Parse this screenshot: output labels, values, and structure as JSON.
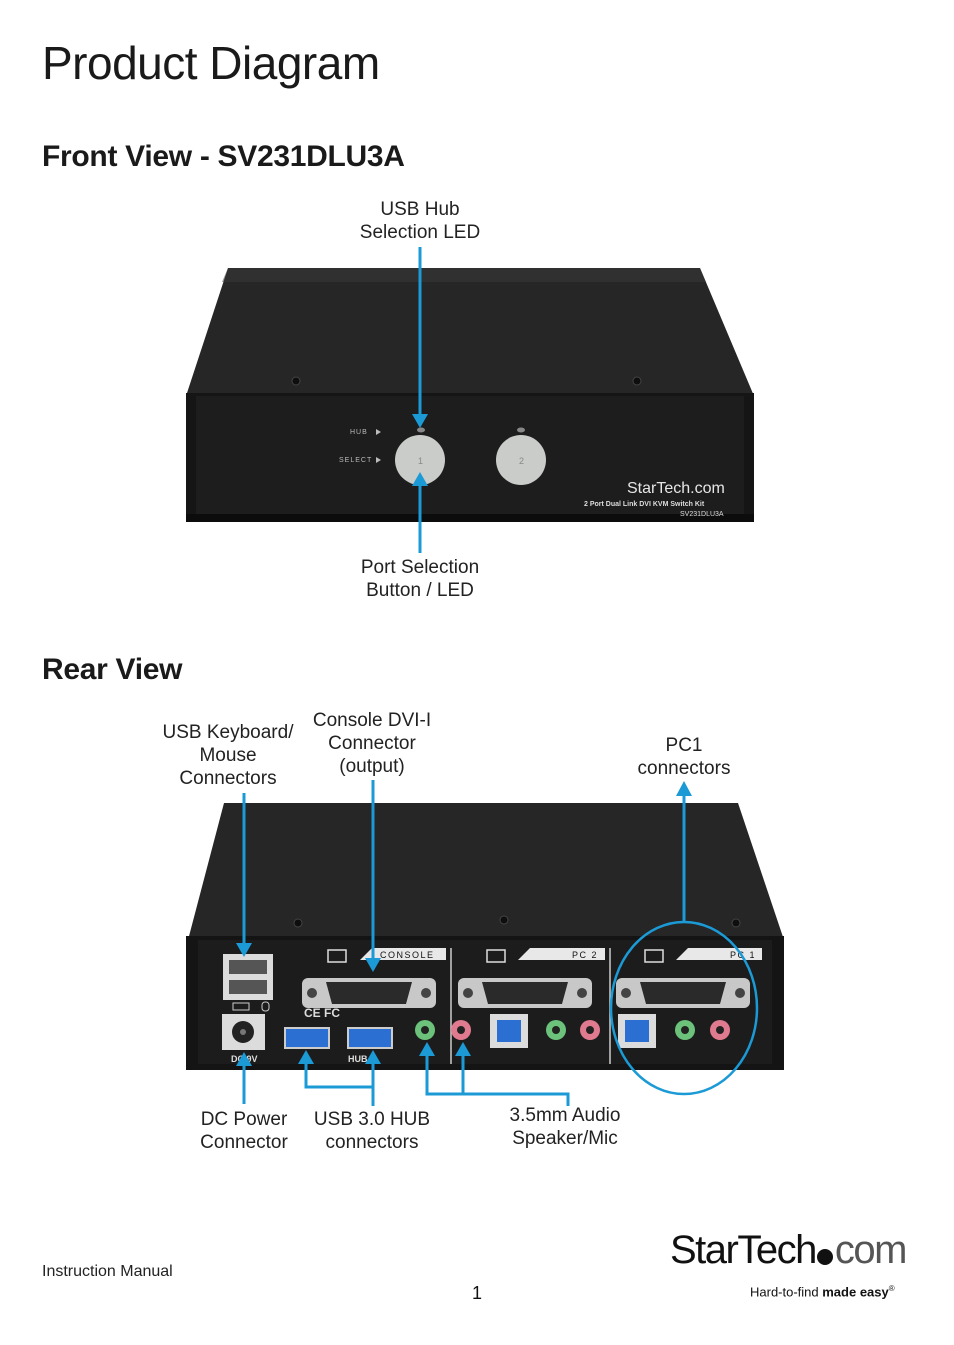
{
  "title": "Product Diagram",
  "front": {
    "heading": "Front View - SV231DLU3A",
    "labels": {
      "hub_led": [
        "USB Hub",
        "Selection LED"
      ],
      "port_select": [
        "Port Selection",
        "Button / LED"
      ]
    },
    "panel": {
      "hub_text": "HUB",
      "select_text": "SELECT",
      "button1": "1",
      "button2": "2",
      "brand": "StarTech.com",
      "model_line": "2 Port Dual Link DVI KVM Switch Kit",
      "model": "SV231DLU3A"
    }
  },
  "rear": {
    "heading": "Rear View",
    "labels": {
      "usb_km": [
        "USB Keyboard/",
        "Mouse",
        "Connectors"
      ],
      "console_dvi": [
        "Console DVI-I",
        "Connector",
        "(output)"
      ],
      "pc1": [
        "PC1",
        "connectors"
      ],
      "dc_power": [
        "DC Power",
        "Connector"
      ],
      "usb_hub": [
        "USB 3.0 HUB",
        "connectors"
      ],
      "audio": [
        "3.5mm Audio",
        "Speaker/Mic"
      ]
    },
    "panel": {
      "console": "CONSOLE",
      "pc2": "PC 2",
      "pc1": "PC 1",
      "dc": "DC 9V",
      "hub": "HUB",
      "ce": "CE FC"
    }
  },
  "footer": {
    "manual": "Instruction Manual",
    "page": "1",
    "logo_main": "StarTech",
    "logo_suffix": "com",
    "tagline_a": "Hard-to-find ",
    "tagline_b": "made easy",
    "reg": "®"
  },
  "colors": {
    "arrow": "#1b9ad6",
    "device": "#1c1c1c",
    "button": "#c9ccc9"
  }
}
